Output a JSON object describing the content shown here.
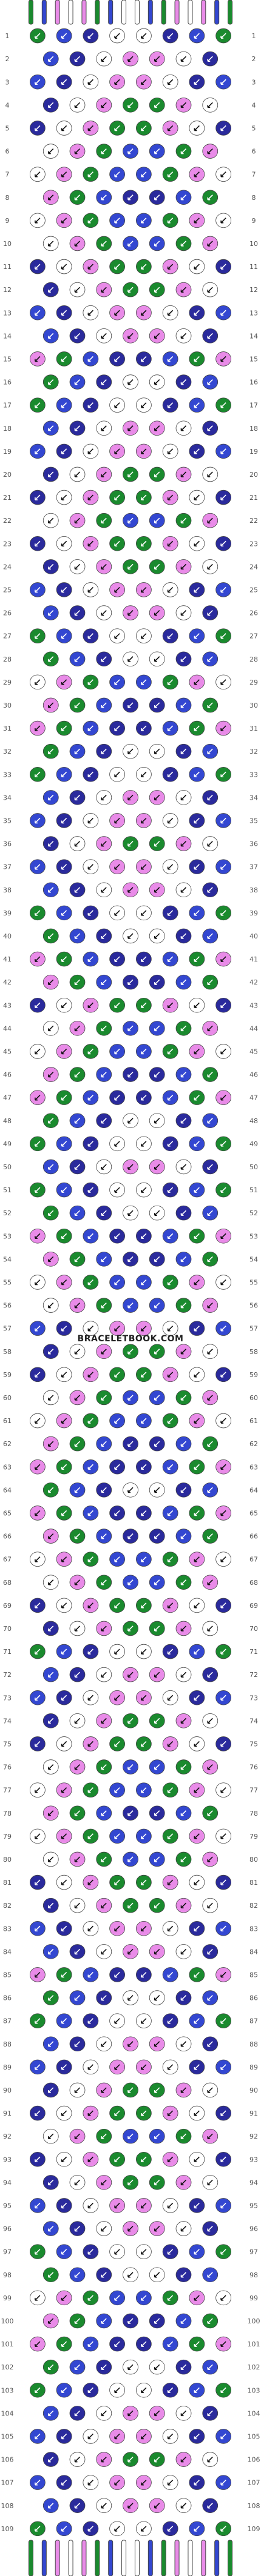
{
  "watermark": "BRACELETBOOK.COM",
  "row_count": 109,
  "string_count": 16,
  "colors": {
    "green": "#1a8a2e",
    "white": "#ffffff",
    "violet": "#e98be8",
    "blue": "#3347d1",
    "navy": "#2a2a9c",
    "grid_line": "#444444",
    "row_number": "#555555"
  },
  "strings_top": [
    "green",
    "blue",
    "violet",
    "white",
    "violet",
    "green",
    "blue",
    "white",
    "white",
    "blue",
    "green",
    "violet",
    "white",
    "violet",
    "blue",
    "green"
  ]
}
